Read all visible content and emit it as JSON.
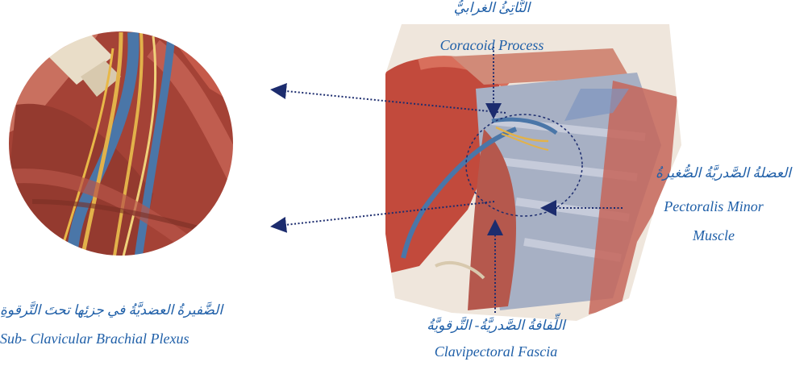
{
  "labels": {
    "coracoid": {
      "ar": "النَّاتِئُ الغرابيُّ",
      "en": "Coracoid Process"
    },
    "pectoralis_minor": {
      "ar": "العضلةُ الصَّدريَّةُ الصُّغيرةُ",
      "en_line1": "Pectoralis Minor",
      "en_line2": "Muscle"
    },
    "clavipectoral": {
      "ar": "اللِّفافةُ الصَّدريَّةُ- التَّرقويَّةُ",
      "en": "Clavipectoral Fascia"
    },
    "brachial_plexus": {
      "ar": "الضَّفيرةُ العضديَّةُ في جزئِها تحتَ التَّرقوةِ",
      "en": "Sub- Clavicular Brachial Plexus"
    }
  },
  "colors": {
    "label": "#1f5fa8",
    "pointer": "#1c2c6e",
    "muscle": "#b8453a",
    "fascia": "#a7b0c4",
    "vein": "#4a76a8",
    "nerve": "#e2b24a"
  },
  "icons": {
    "zoom_circle": "magnified-brachial-plexus-image",
    "anatomy": "shoulder-anatomy-illustration"
  }
}
